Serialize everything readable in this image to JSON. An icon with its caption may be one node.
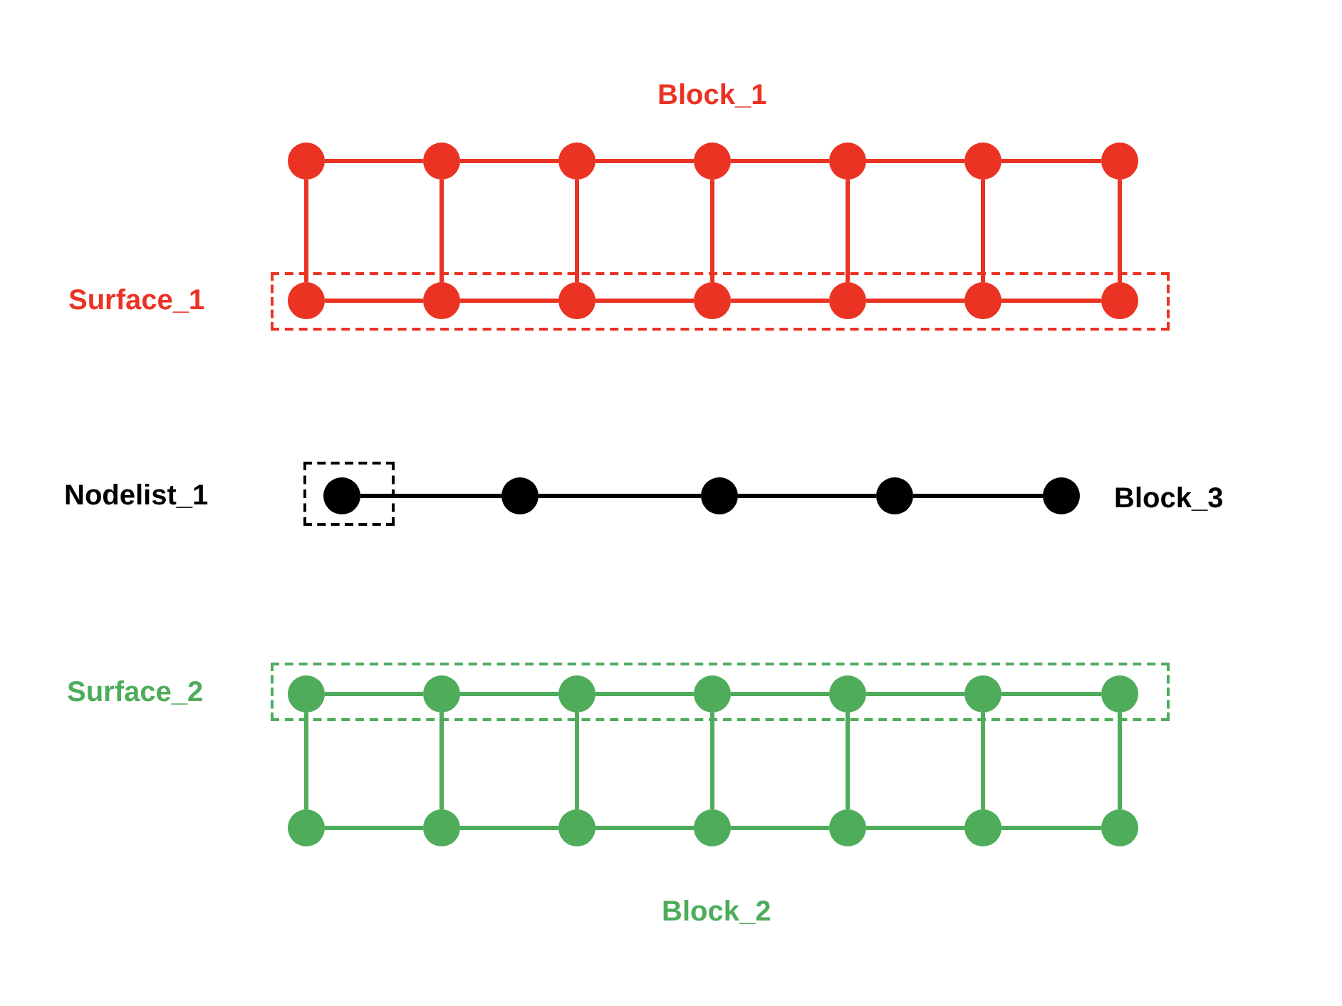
{
  "diagram": {
    "nodes": [
      {
        "text": [],
        "shape": "circle"
      },
      {
        "text": [],
        "shape": "circle"
      },
      {
        "text": [],
        "shape": "circle"
      },
      {
        "text": [],
        "shape": "circle"
      },
      {
        "text": [],
        "shape": "circle"
      },
      {
        "text": [],
        "shape": "circle"
      },
      {
        "text": [],
        "shape": "circle"
      },
      {
        "text": [
          "Surface_1"
        ]
      },
      {
        "text": [],
        "shape": "circle",
        "in": 7
      },
      {
        "text": [],
        "shape": "circle",
        "in": 7
      },
      {
        "text": [],
        "shape": "circle",
        "in": 7
      },
      {
        "text": [],
        "shape": "circle",
        "in": 7
      },
      {
        "text": [],
        "shape": "circle",
        "in": 7
      },
      {
        "text": [],
        "shape": "circle",
        "in": 7
      },
      {
        "text": [],
        "shape": "circle",
        "in": 7
      },
      {
        "text": [
          "Nodelist_1"
        ]
      },
      {
        "text": [],
        "shape": "circle",
        "in": 15
      },
      {
        "text": [],
        "shape": "circle"
      },
      {
        "text": [],
        "shape": "circle"
      },
      {
        "text": [],
        "shape": "circle"
      },
      {
        "text": [],
        "shape": "circle"
      },
      {
        "text": [
          "Surface_2"
        ]
      },
      {
        "text": [],
        "shape": "circle",
        "in": 21
      },
      {
        "text": [],
        "shape": "circle",
        "in": 21
      },
      {
        "text": [],
        "shape": "circle",
        "in": 21
      },
      {
        "text": [],
        "shape": "circle",
        "in": 21
      },
      {
        "text": [],
        "shape": "circle",
        "in": 21
      },
      {
        "text": [],
        "shape": "circle",
        "in": 21
      },
      {
        "text": [],
        "shape": "circle",
        "in": 21
      },
      {
        "text": [],
        "shape": "circle"
      },
      {
        "text": [],
        "shape": "circle"
      },
      {
        "text": [],
        "shape": "circle"
      },
      {
        "text": [],
        "shape": "circle"
      },
      {
        "text": [],
        "shape": "circle"
      },
      {
        "text": [],
        "shape": "circle"
      },
      {
        "text": [],
        "shape": "circle"
      }
    ],
    "edges": [
      {
        "from": 0,
        "to": 1,
        "arrow": "none",
        "color": "#ea3323"
      },
      {
        "from": 1,
        "to": 2,
        "arrow": "none",
        "color": "#ea3323"
      },
      {
        "from": 2,
        "to": 3,
        "arrow": "none",
        "color": "#ea3323"
      },
      {
        "from": 3,
        "to": 4,
        "arrow": "none",
        "color": "#ea3323"
      },
      {
        "from": 4,
        "to": 5,
        "arrow": "none",
        "color": "#ea3323"
      },
      {
        "from": 5,
        "to": 6,
        "arrow": "none",
        "color": "#ea3323"
      },
      {
        "from": 0,
        "to": 8,
        "arrow": "none",
        "color": "#ea3323"
      },
      {
        "from": 1,
        "to": 9,
        "arrow": "none",
        "color": "#ea3323"
      },
      {
        "from": 2,
        "to": 10,
        "arrow": "none",
        "color": "#ea3323"
      },
      {
        "from": 3,
        "to": 11,
        "arrow": "none",
        "color": "#ea3323"
      },
      {
        "from": 4,
        "to": 12,
        "arrow": "none",
        "color": "#ea3323"
      },
      {
        "from": 5,
        "to": 13,
        "arrow": "none",
        "color": "#ea3323"
      },
      {
        "from": 6,
        "to": 14,
        "arrow": "none",
        "color": "#ea3323"
      },
      {
        "from": 8,
        "to": 9,
        "arrow": "none",
        "color": "#ea3323"
      },
      {
        "from": 9,
        "to": 10,
        "arrow": "none",
        "color": "#ea3323"
      },
      {
        "from": 10,
        "to": 11,
        "arrow": "none",
        "color": "#ea3323"
      },
      {
        "from": 11,
        "to": 12,
        "arrow": "none",
        "color": "#ea3323"
      },
      {
        "from": 12,
        "to": 13,
        "arrow": "none",
        "color": "#ea3323"
      },
      {
        "from": 13,
        "to": 14,
        "arrow": "none",
        "color": "#ea3323"
      },
      {
        "from": 16,
        "to": 17,
        "arrow": "none",
        "color": "#000000"
      },
      {
        "from": 17,
        "to": 18,
        "arrow": "none",
        "color": "#000000"
      },
      {
        "from": 18,
        "to": 19,
        "arrow": "none",
        "color": "#000000"
      },
      {
        "from": 19,
        "to": 20,
        "arrow": "none",
        "color": "#000000"
      },
      {
        "from": 22,
        "to": 23,
        "arrow": "none",
        "color": "#4eac5b"
      },
      {
        "from": 23,
        "to": 24,
        "arrow": "none",
        "color": "#4eac5b"
      },
      {
        "from": 24,
        "to": 25,
        "arrow": "none",
        "color": "#4eac5b"
      },
      {
        "from": 25,
        "to": 26,
        "arrow": "none",
        "color": "#4eac5b"
      },
      {
        "from": 26,
        "to": 27,
        "arrow": "none",
        "color": "#4eac5b"
      },
      {
        "from": 27,
        "to": 28,
        "arrow": "none",
        "color": "#4eac5b"
      },
      {
        "from": 22,
        "to": 29,
        "arrow": "none",
        "color": "#4eac5b"
      },
      {
        "from": 23,
        "to": 30,
        "arrow": "none",
        "color": "#4eac5b"
      },
      {
        "from": 24,
        "to": 31,
        "arrow": "none",
        "color": "#4eac5b"
      },
      {
        "from": 25,
        "to": 32,
        "arrow": "none",
        "color": "#4eac5b"
      },
      {
        "from": 26,
        "to": 33,
        "arrow": "none",
        "color": "#4eac5b"
      },
      {
        "from": 27,
        "to": 34,
        "arrow": "none",
        "color": "#4eac5b"
      },
      {
        "from": 28,
        "to": 35,
        "arrow": "none",
        "color": "#4eac5b"
      },
      {
        "from": 29,
        "to": 30,
        "arrow": "none",
        "color": "#4eac5b"
      },
      {
        "from": 30,
        "to": 31,
        "arrow": "none",
        "color": "#4eac5b"
      },
      {
        "from": 31,
        "to": 32,
        "arrow": "none",
        "color": "#4eac5b"
      },
      {
        "from": 32,
        "to": 33,
        "arrow": "none",
        "color": "#4eac5b"
      },
      {
        "from": 33,
        "to": 34,
        "arrow": "none",
        "color": "#4eac5b"
      },
      {
        "from": 34,
        "to": 35,
        "arrow": "none",
        "color": "#4eac5b"
      }
    ],
    "labels": [
      "Block_1",
      "Block_3",
      "Block_2"
    ]
  }
}
